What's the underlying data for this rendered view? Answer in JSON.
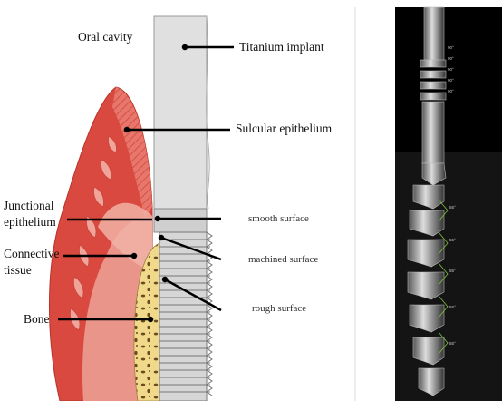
{
  "diagram": {
    "labels": {
      "oral_cavity": "Oral cavity",
      "titanium_implant": "Titanium implant",
      "sulcular_epithelium": "Sulcular epithelium",
      "junctional_epithelium": "Junctional\nepithelium",
      "connective_tissue": "Connective\ntissue",
      "bone": "Bone",
      "smooth_surface": "smooth surface",
      "machined_surface": "machined surface",
      "rough_surface": "rough surface"
    },
    "micrograph_scale_labels": [
      "90°",
      "90°",
      "90°",
      "90°",
      "90°",
      "55°",
      "55°",
      "55°",
      "55°",
      "55°"
    ]
  },
  "colors": {
    "gingiva": "#d9493f",
    "connective": "#e89080",
    "bone": "#f0d98a",
    "implant": "#d6d6d6",
    "sem_background": "#000000"
  }
}
